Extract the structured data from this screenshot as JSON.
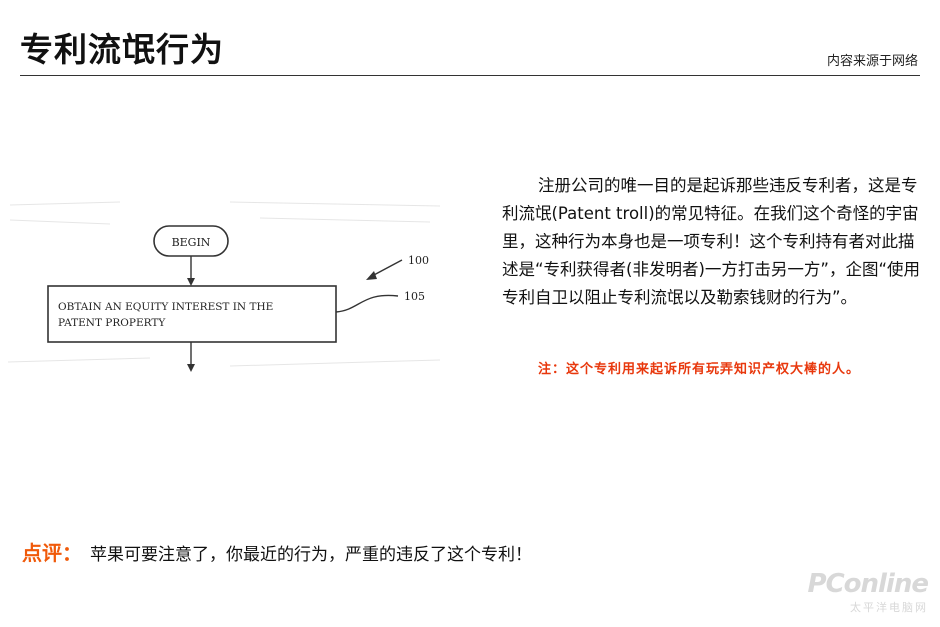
{
  "header": {
    "title": "专利流氓行为",
    "source": "内容来源于网络"
  },
  "diagram": {
    "begin_label": "BEGIN",
    "box_line1": "OBTAIN AN EQUITY INTEREST IN THE",
    "box_line2": "PATENT PROPERTY",
    "ref_100": "100",
    "ref_105": "105"
  },
  "body": {
    "paragraph": "注册公司的唯一目的是起诉那些违反专利者，这是专利流氓(Patent troll)的常见特征。在我们这个奇怪的宇宙里，这种行为本身也是一项专利！这个专利持有者对此描述是“专利获得者(非发明者)一方打击另一方”，企图“使用专利自卫以阻止专利流氓以及勒索钱财的行为”。",
    "note_label": "注：",
    "note_text": "这个专利用来起诉所有玩弄知识产权大棒的人。"
  },
  "comment": {
    "label": "点评：",
    "text": "苹果可要注意了，你最近的行为，严重的违反了这个专利！"
  },
  "watermark": {
    "logo": "PConline",
    "subtitle": "太平洋电脑网"
  },
  "colors": {
    "note": "#e8380d",
    "comment_label": "#f05a0a"
  }
}
